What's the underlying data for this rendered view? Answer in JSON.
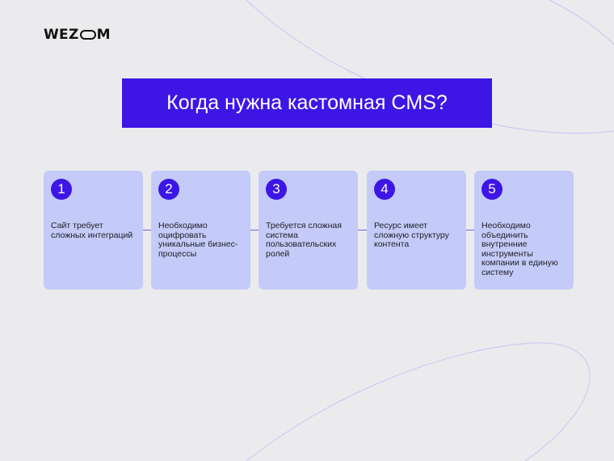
{
  "brand": {
    "logo_left": "WEZ",
    "logo_right": "M"
  },
  "title": "Когда нужна кастомная CMS?",
  "colors": {
    "accent": "#3d16e6",
    "card_bg": "#c4cbf8",
    "background": "#ebebee",
    "curve": "#c9c4f2"
  },
  "steps": [
    {
      "number": "1",
      "text": "Сайт требует сложных интеграций"
    },
    {
      "number": "2",
      "text": "Необходимо оцифровать уникальные бизнес-процессы"
    },
    {
      "number": "3",
      "text": "Требуется сложная система пользовательских ролей"
    },
    {
      "number": "4",
      "text": "Ресурс имеет сложную структуру контента"
    },
    {
      "number": "5",
      "text": "Необходимо объединить внутренние инструменты компании в единую систему"
    }
  ]
}
